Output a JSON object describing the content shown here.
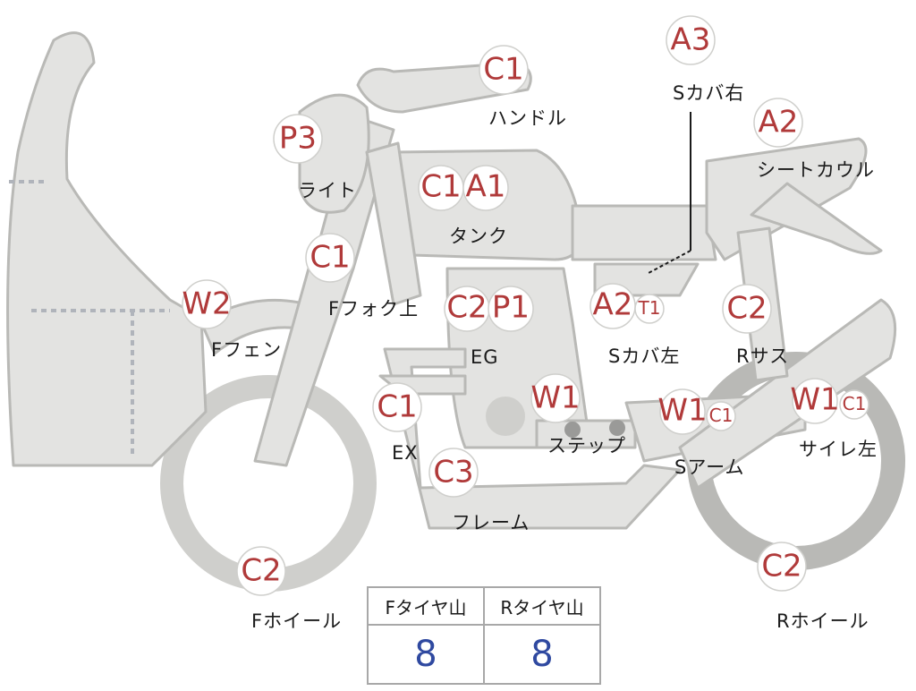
{
  "parts": [
    {
      "id": "handle",
      "name": "ハンドル",
      "grades": [
        "C1"
      ]
    },
    {
      "id": "light",
      "name": "ライト",
      "grades": [
        "P3"
      ]
    },
    {
      "id": "tank",
      "name": "タンク",
      "grades": [
        "C1",
        "A1"
      ]
    },
    {
      "id": "fork",
      "name": "Fフォク上",
      "grades": [
        "C1"
      ]
    },
    {
      "id": "ffender",
      "name": "Fフェン",
      "grades": [
        "W2"
      ]
    },
    {
      "id": "engine",
      "name": "EG",
      "grades": [
        "C2",
        "P1"
      ]
    },
    {
      "id": "exhaust",
      "name": "EX",
      "grades": [
        "C1"
      ]
    },
    {
      "id": "frame",
      "name": "フレーム",
      "grades": [
        "C3"
      ]
    },
    {
      "id": "step",
      "name": "ステップ",
      "grades": [
        "W1"
      ]
    },
    {
      "id": "scover_right",
      "name": "Sカバ右",
      "grades": [
        "A3"
      ]
    },
    {
      "id": "seatcowl",
      "name": "シートカウル",
      "grades": [
        "A2"
      ]
    },
    {
      "id": "scover_left",
      "name": "Sカバ左",
      "grades": [
        "A2",
        "T1"
      ]
    },
    {
      "id": "rsus",
      "name": "Rサス",
      "grades": [
        "C2"
      ]
    },
    {
      "id": "swingarm",
      "name": "Sアーム",
      "grades": [
        "W1",
        "C1"
      ]
    },
    {
      "id": "silencer",
      "name": "サイレ左",
      "grades": [
        "W1",
        "C1"
      ]
    },
    {
      "id": "fwheel",
      "name": "Fホイール",
      "grades": [
        "C2"
      ]
    },
    {
      "id": "rwheel",
      "name": "Rホイール",
      "grades": [
        "C2"
      ]
    }
  ],
  "tire_table": {
    "headers": [
      "Fタイヤ山",
      "Rタイヤ山"
    ],
    "values": [
      "8",
      "8"
    ]
  },
  "colors": {
    "body_fill": "#e3e3e1",
    "body_stroke": "#b9b9b6",
    "grade_text": "#b03a3a",
    "value_text": "#2f49a0"
  }
}
